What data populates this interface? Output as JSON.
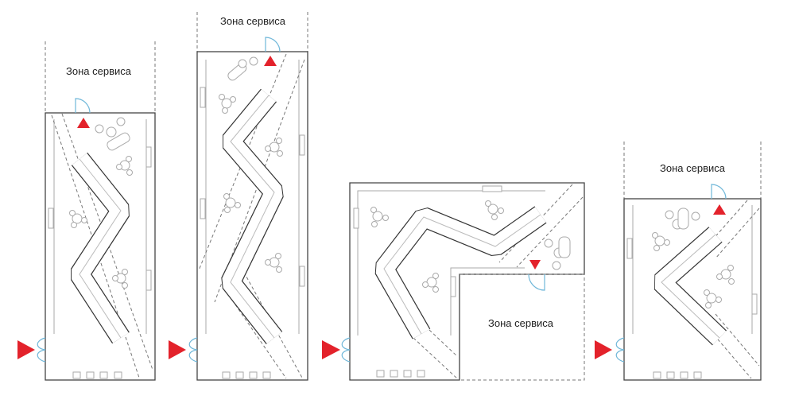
{
  "zones": [
    {
      "label": "Зона сервиса"
    },
    {
      "label": "Зона сервиса"
    },
    {
      "label": "Зона сервиса"
    },
    {
      "label": "Зона сервиса"
    }
  ],
  "colors": {
    "entrance_arrow": "#e3222b",
    "door": "#6fb7d9",
    "wall": "#444444"
  }
}
